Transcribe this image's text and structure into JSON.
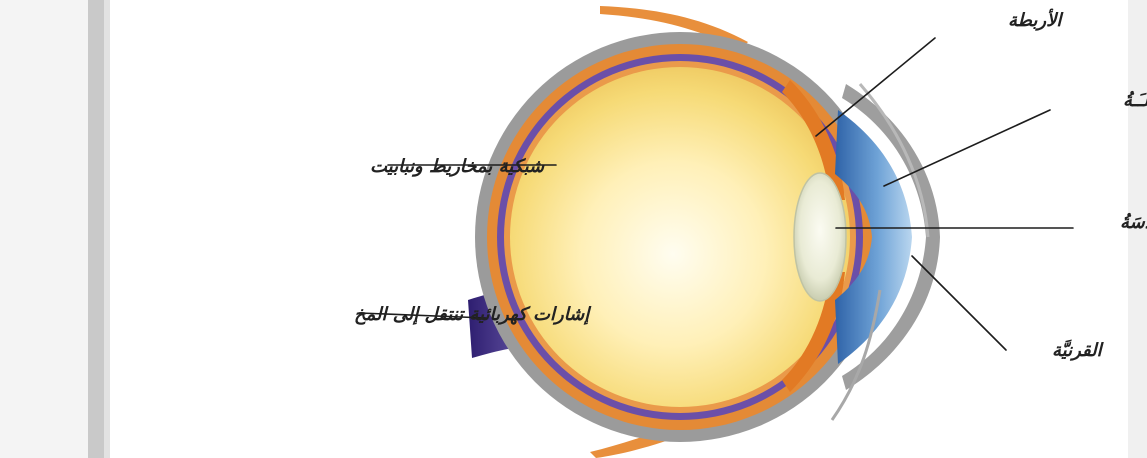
{
  "diagram": {
    "labels": {
      "ligaments": "الأربطة",
      "iris": "المـقـلـَـةُ",
      "retina": "شبكية بمخاريط ونبابيت",
      "lens": "العدسَةُ",
      "signals": "إشارات كهربائية تنتقل إلى المخ",
      "cornea": "القرنيَّة"
    }
  }
}
